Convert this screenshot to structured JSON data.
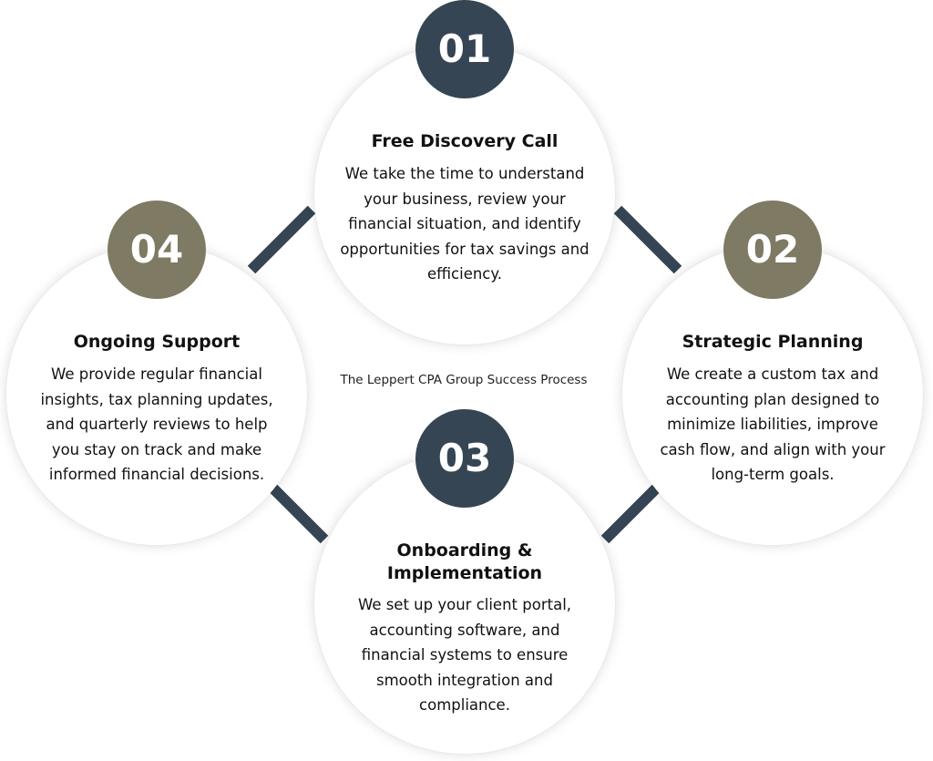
{
  "center_label": "The Leppert CPA Group Success Process",
  "colors": {
    "dark_badge": "#354553",
    "olive_badge": "#7e7a63",
    "connector": "#354553"
  },
  "steps": [
    {
      "number": "01",
      "title": "Free Discovery Call",
      "description": "We take the time to understand your business, review your financial situation, and identify opportunities for tax savings and efficiency."
    },
    {
      "number": "02",
      "title": "Strategic Planning",
      "description": "We create a custom tax and accounting plan designed to minimize liabilities, improve cash flow, and align with your long-term goals."
    },
    {
      "number": "03",
      "title": "Onboarding & Implementation",
      "description": "We set up your client portal, accounting software, and financial systems to ensure smooth integration and compliance."
    },
    {
      "number": "04",
      "title": "Ongoing Support",
      "description": "We provide regular financial insights, tax planning updates, and quarterly reviews to help you stay on track and make informed financial decisions."
    }
  ]
}
